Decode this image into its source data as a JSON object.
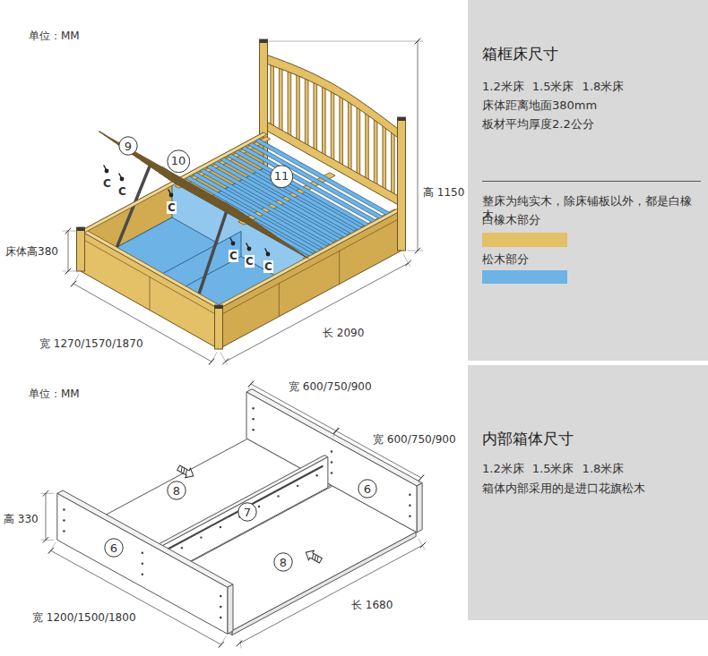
{
  "diagram": {
    "nodes": [
      {
        "text": [
          "箱框床尺寸",
          "1.2米床 1.5米床 1.8米床",
          "床体距离地面380mm",
          "板材平均厚度2.2公分",
          "整床为纯实木，除床铺板以外，都是白橡木"
        ]
      },
      {
        "text": [
          "内部箱体尺寸",
          "1.2米床 1.5米床 1.8米床",
          "箱体内部采用的是进口花旗松木"
        ]
      },
      {
        "text": [
          "9"
        ]
      },
      {
        "text": [
          "10"
        ]
      },
      {
        "text": [
          "11"
        ]
      },
      {
        "text": [
          "8"
        ]
      },
      {
        "text": [
          "6"
        ]
      },
      {
        "text": [
          "7"
        ]
      },
      {
        "text": [
          "6"
        ]
      },
      {
        "text": [
          "8"
        ]
      }
    ],
    "labels": [
      "单位：MM",
      "高 1150",
      "床体高380",
      "宽 1270/1570/1870",
      "长 2090",
      "C",
      "C",
      "C",
      "C",
      "C",
      "C",
      "单位：MM",
      "宽 600/750/900",
      "宽 600/750/900",
      "高 330",
      "宽 1200/1500/1800",
      "长 1680"
    ],
    "legend": [
      {
        "text": "白橡木部分",
        "color": "#e4c066"
      },
      {
        "text": "松木部分",
        "color": "#6db3e6"
      }
    ]
  }
}
